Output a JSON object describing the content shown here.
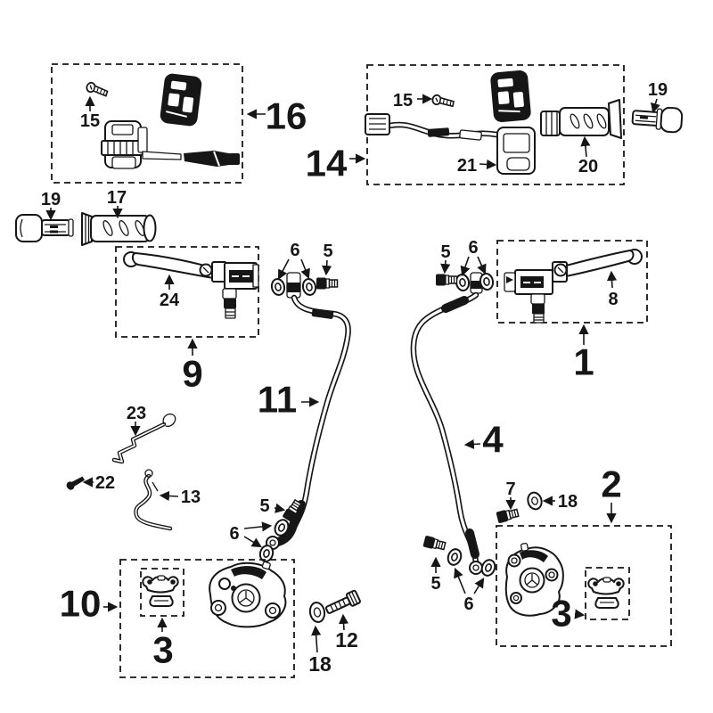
{
  "figure": {
    "kind": "exploded-parts-diagram",
    "background": "#ffffff",
    "ink": "#161616",
    "labels": {
      "n1": "1",
      "n2": "2",
      "n3": "3",
      "n4": "4",
      "n5": "5",
      "n6": "6",
      "n7": "7",
      "n8": "8",
      "n9": "9",
      "n10": "10",
      "n11": "11",
      "n12": "12",
      "n13": "13",
      "n14": "14",
      "n15": "15",
      "n16": "16",
      "n17": "17",
      "n18": "18",
      "n19": "19",
      "n20": "20",
      "n21": "21",
      "n22": "22",
      "n23": "23",
      "n24": "24"
    }
  }
}
